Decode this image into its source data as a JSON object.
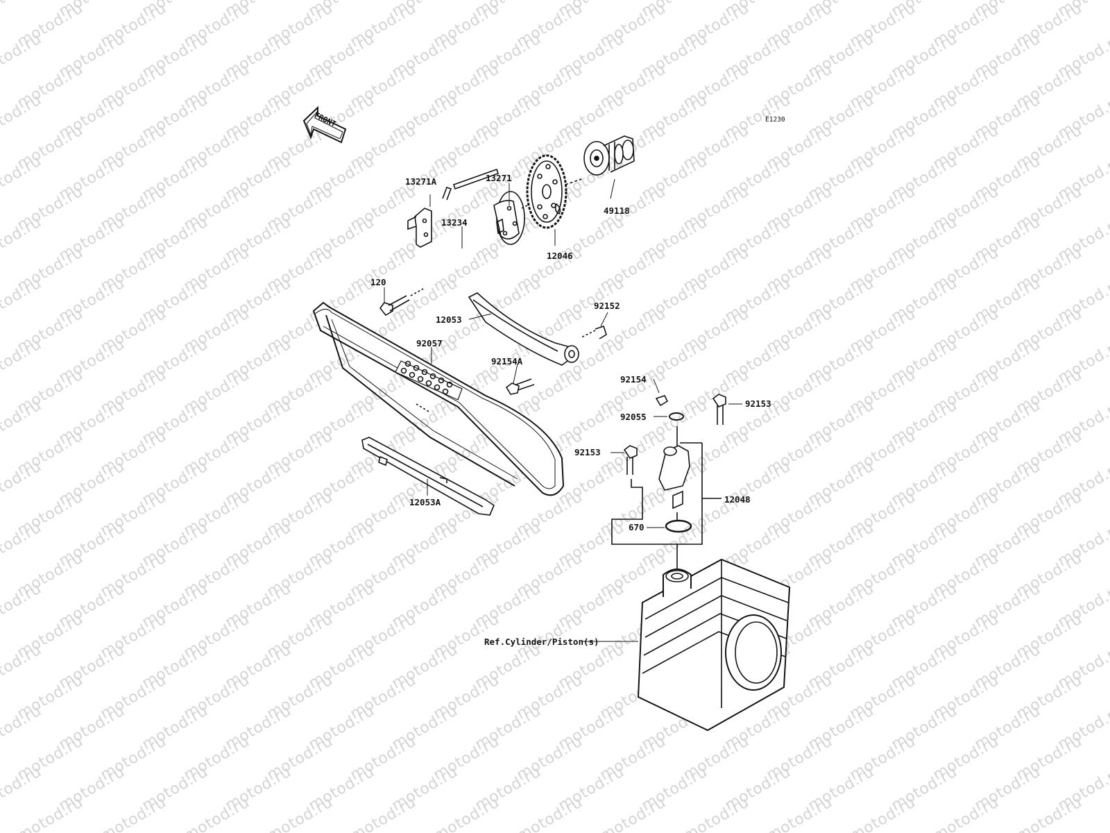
{
  "watermark": "motod.ru",
  "code": "E1230",
  "front": "FRONT",
  "parts": {
    "p13271": "13271",
    "p13234": "13234",
    "p13271A": "13271A",
    "p120": "120",
    "p49118": "49118",
    "p12046": "12046",
    "p12053": "12053",
    "p92152": "92152",
    "p92057": "92057",
    "p92154A": "92154A",
    "p92154": "92154",
    "p92153a": "92153",
    "p92055": "92055",
    "p92153b": "92153",
    "p12048": "12048",
    "p670": "670",
    "p12053A": "12053A",
    "ref": "Ref.Cylinder/Piston(s)"
  },
  "colors": {
    "ink": "#111111",
    "watermark": "#d4d4d4"
  }
}
